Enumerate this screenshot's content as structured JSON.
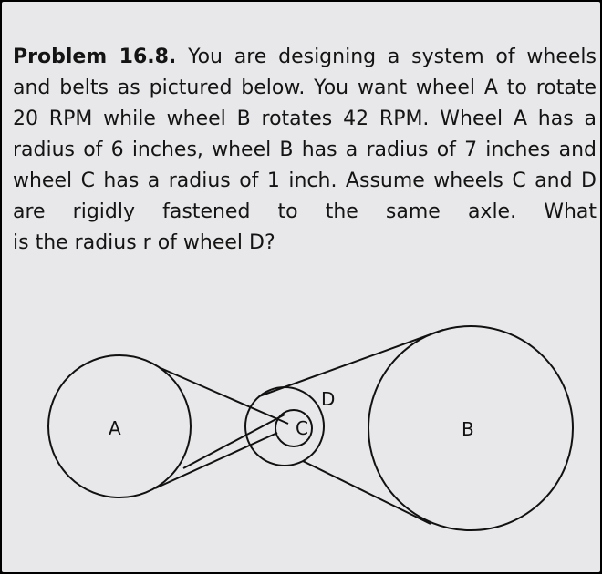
{
  "problem": {
    "label": "Problem 16.8.",
    "text_main": " You are designing a system of wheels and belts as pictured below. You want wheel A to rotate 20 RPM while wheel B rotates 42 RPM. Wheel A has a radius of 6 inches, wheel B has a radius of 7 inches and wheel C has a radius of 1 inch. Assume wheels C and D are rigidly fastened to the same axle. What",
    "text_last": "is the radius r of wheel D?"
  },
  "diagram": {
    "wheels": [
      {
        "id": "A",
        "label": "A"
      },
      {
        "id": "C",
        "label": "C"
      },
      {
        "id": "D",
        "label": "D"
      },
      {
        "id": "B",
        "label": "B"
      }
    ],
    "line_color": "#111111"
  }
}
